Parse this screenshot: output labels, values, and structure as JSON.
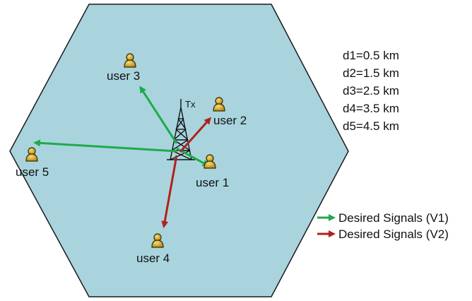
{
  "diagram": {
    "tx_label": "Tx",
    "users": [
      {
        "id": "user1",
        "label": "user 1"
      },
      {
        "id": "user2",
        "label": "user 2"
      },
      {
        "id": "user3",
        "label": "user 3"
      },
      {
        "id": "user4",
        "label": "user 4"
      },
      {
        "id": "user5",
        "label": "user 5"
      }
    ],
    "distances": [
      "d1=0.5 km",
      "d2=1.5 km",
      "d3=2.5 km",
      "d4=3.5 km",
      "d5=4.5 km"
    ],
    "legend": [
      {
        "label": "Desired Signals (V1)",
        "color": "#1faa4b"
      },
      {
        "label": "Desired Signals (V2)",
        "color": "#b3201c"
      }
    ],
    "colors": {
      "cell_fill": "#a9d4de",
      "cell_stroke": "#1a1a1a",
      "v1": "#1faa4b",
      "v2": "#b3201c",
      "user_icon": "#c9a227"
    }
  }
}
